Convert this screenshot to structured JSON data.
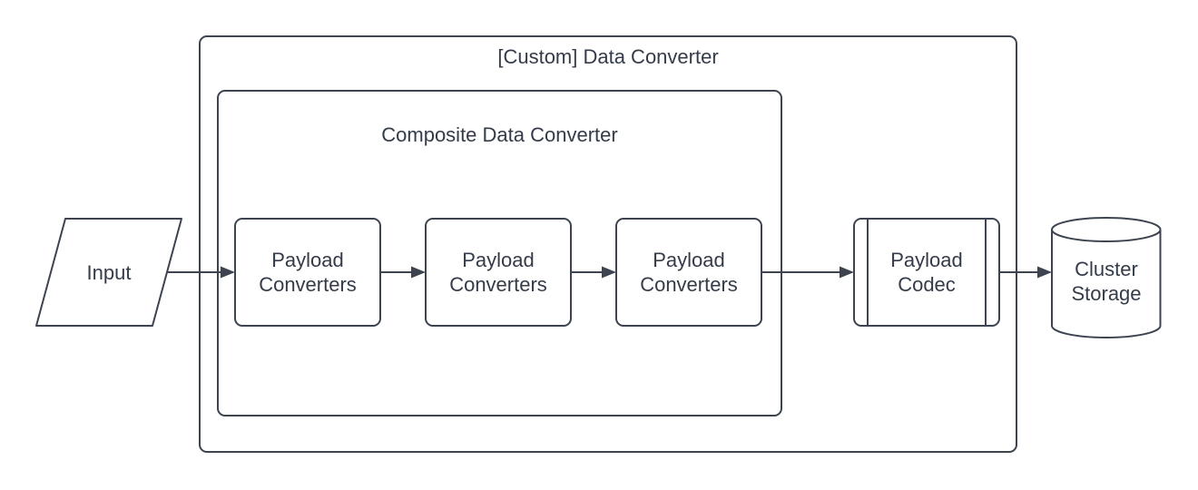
{
  "diagram": {
    "type": "flowchart",
    "colors": {
      "background": "#ffffff",
      "stroke": "#3d4450",
      "text": "#343b49"
    },
    "outer_group": {
      "label": "[Custom] Data Converter"
    },
    "inner_group": {
      "label": "Composite Data Converter"
    },
    "nodes": {
      "input": {
        "label": "Input",
        "shape": "parallelogram"
      },
      "payload_converters_1": {
        "label": "Payload Converters",
        "shape": "rounded-rect"
      },
      "payload_converters_2": {
        "label": "Payload Converters",
        "shape": "rounded-rect"
      },
      "payload_converters_3": {
        "label": "Payload Converters",
        "shape": "rounded-rect"
      },
      "payload_codec": {
        "label": "Payload Codec",
        "shape": "predefined-process"
      },
      "cluster_storage": {
        "label": "Cluster Storage",
        "shape": "cylinder"
      }
    },
    "edges": [
      {
        "from": "input",
        "to": "payload_converters_1"
      },
      {
        "from": "payload_converters_1",
        "to": "payload_converters_2"
      },
      {
        "from": "payload_converters_2",
        "to": "payload_converters_3"
      },
      {
        "from": "payload_converters_3",
        "to": "payload_codec"
      },
      {
        "from": "payload_codec",
        "to": "cluster_storage"
      }
    ]
  }
}
